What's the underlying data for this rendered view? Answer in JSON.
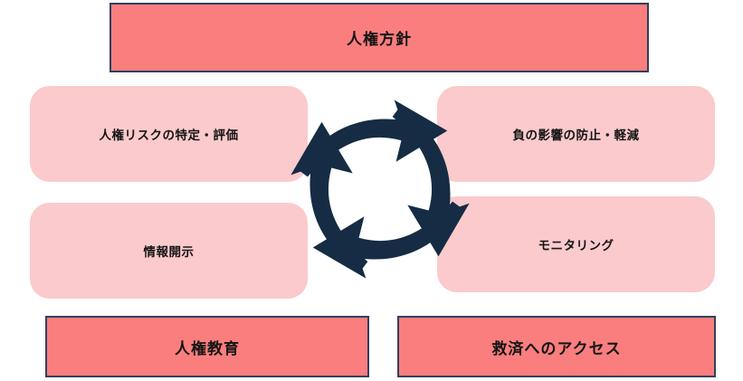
{
  "diagram": {
    "policy_banner": {
      "label": "人権方針"
    },
    "cycle_steps": [
      {
        "position": "top-left",
        "label": "人権リスクの特定・評価"
      },
      {
        "position": "top-right",
        "label": "負の影響の防止・軽減"
      },
      {
        "position": "bottom-right",
        "label": "モニタリング"
      },
      {
        "position": "bottom-left",
        "label": "情報開示"
      }
    ],
    "cycle": {
      "direction": "clockwise",
      "icon": "cycle-arrows-icon"
    },
    "bottom_banners": [
      {
        "label": "人権教育"
      },
      {
        "label": "救済へのアクセス"
      }
    ],
    "colors": {
      "banner_fill": "#FB7E7E",
      "banner_border": "#31405F",
      "step_fill": "#FBCACC",
      "arrow": "#152C44",
      "text": "#141414"
    }
  }
}
